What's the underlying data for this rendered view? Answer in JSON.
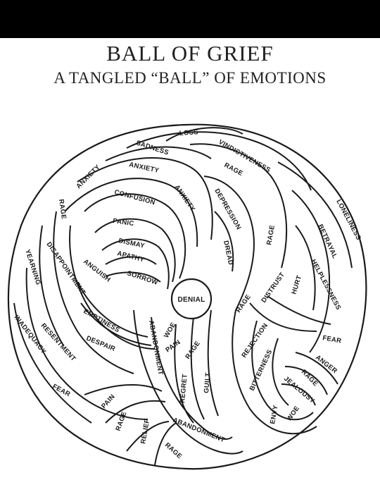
{
  "title": "BALL OF GRIEF",
  "subtitle": "A TANGLED “BALL” OF EMOTIONS",
  "center": "DENIAL",
  "labels": [
    "LOSS",
    "SADNESS",
    "VINDICTIVENESS",
    "ANXIETY",
    "ANXIETY",
    "RAGE",
    "ANXIETY",
    "CONFUSION",
    "DEPRESSION",
    "LONELINESS",
    "RAGE",
    "PANIC",
    "BETRAYAL",
    "RAGE",
    "DISMAY",
    "DREAD",
    "HELPLESSNESS",
    "YEARNING",
    "DISAPPOINTMENT",
    "APATHY",
    "ANGUISH",
    "SORROW",
    "DISTRUST",
    "HURT",
    "RAGE",
    "INADEQUACY",
    "EMPTINESS",
    "WOE",
    "RESENTMENT",
    "DESPAIR",
    "ABANDONMENT",
    "PAIN",
    "REJECTION",
    "FEAR",
    "RAGE",
    "ANGER",
    "BITTERNESS",
    "FEAR",
    "PAIN",
    "REGRET",
    "GUILT",
    "RAGE",
    "JEALOUSY",
    "RAGE",
    "RELIEF",
    "ENVY",
    "WOE",
    "RAGE",
    "ABANDONMENT"
  ]
}
